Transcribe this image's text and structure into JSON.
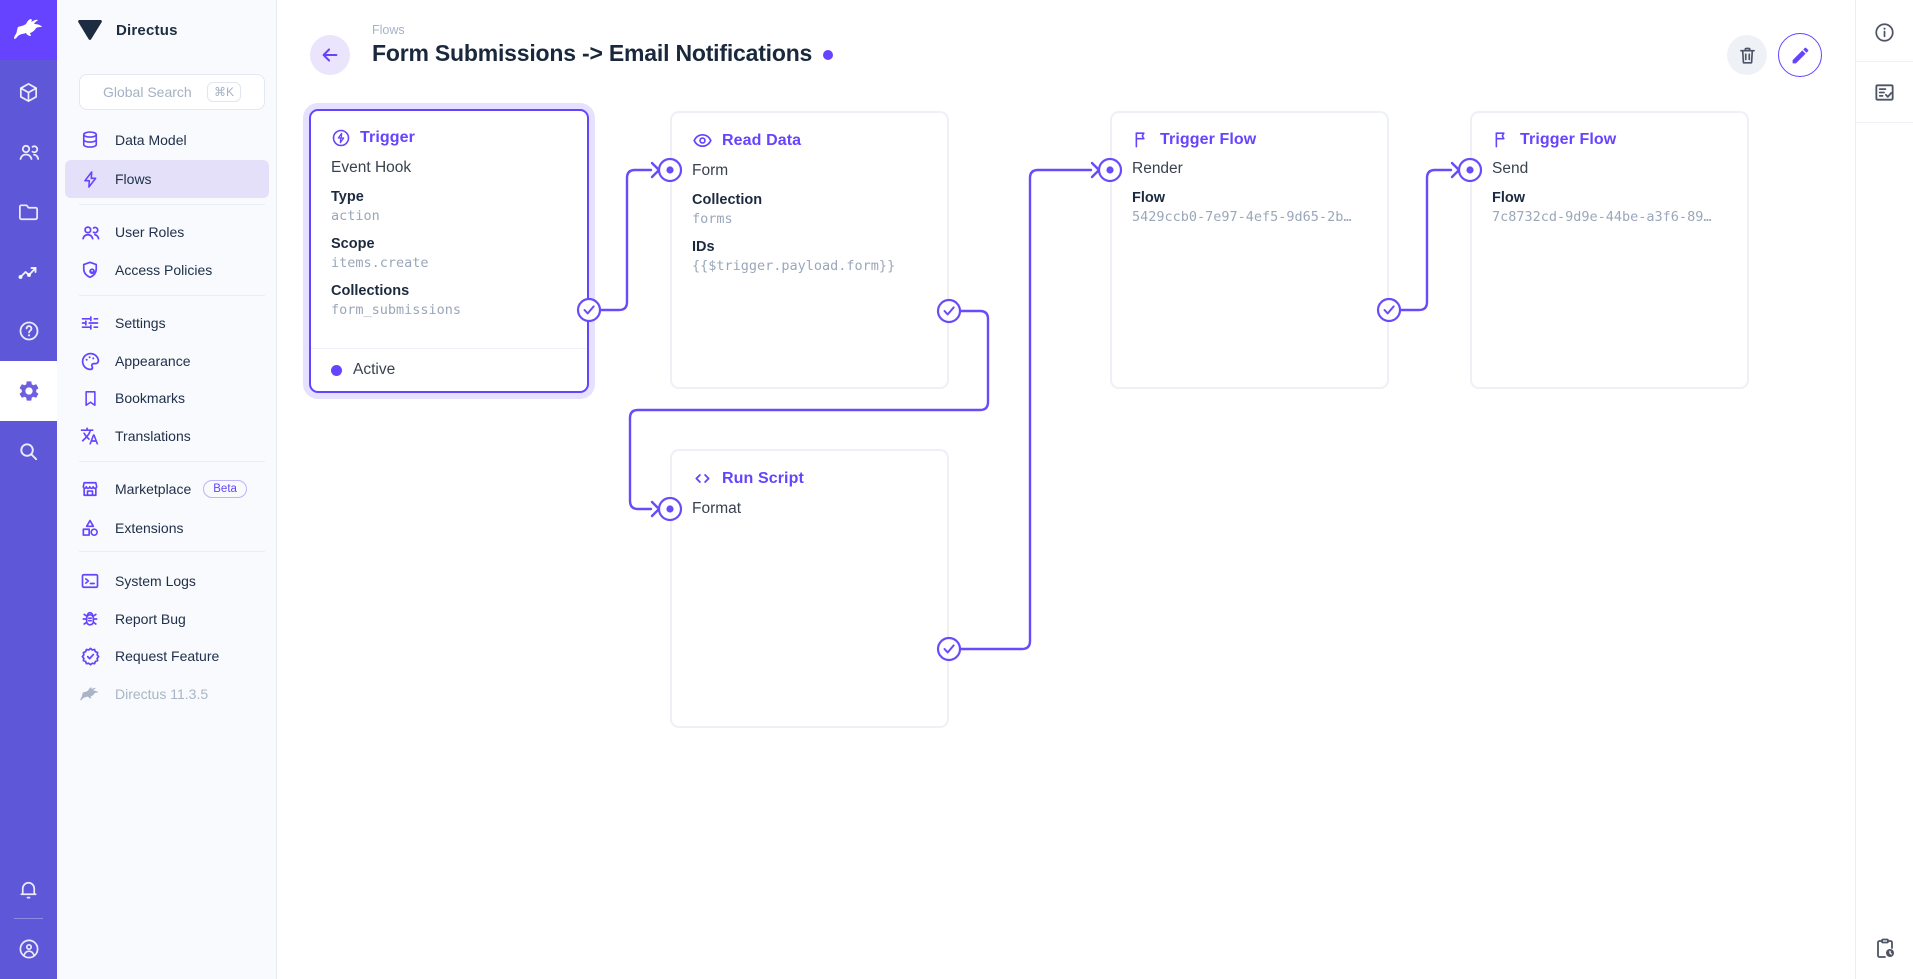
{
  "accent_color": "#6644ff",
  "module_bar": {
    "icons": [
      "directus-rabbit-icon",
      "box-icon",
      "users-icon",
      "folder-icon",
      "insights-icon",
      "help-icon",
      "settings-icon",
      "search-icon",
      "bell-icon",
      "account-icon"
    ]
  },
  "sidebar": {
    "project_name": "Directus",
    "search": {
      "placeholder": "Global Search",
      "shortcut": "⌘K"
    },
    "nav": [
      {
        "label": "Data Model",
        "icon": "database-icon"
      },
      {
        "label": "Flows",
        "icon": "bolt-icon",
        "active": true
      },
      {
        "label": "User Roles",
        "icon": "users-icon"
      },
      {
        "label": "Access Policies",
        "icon": "shield-policy-icon"
      },
      {
        "label": "Settings",
        "icon": "tune-icon"
      },
      {
        "label": "Appearance",
        "icon": "palette-icon"
      },
      {
        "label": "Bookmarks",
        "icon": "bookmark-icon"
      },
      {
        "label": "Translations",
        "icon": "translate-icon"
      },
      {
        "label": "Marketplace",
        "icon": "storefront-icon",
        "badge": "Beta"
      },
      {
        "label": "Extensions",
        "icon": "shapes-icon"
      },
      {
        "label": "System Logs",
        "icon": "terminal-icon"
      },
      {
        "label": "Report Bug",
        "icon": "bug-icon"
      },
      {
        "label": "Request Feature",
        "icon": "feature-badge-icon"
      }
    ],
    "version_label": "Directus 11.3.5"
  },
  "header": {
    "breadcrumb": "Flows",
    "title": "Form Submissions -> Email Notifications"
  },
  "flow": {
    "panels": {
      "trigger": {
        "title": "Trigger",
        "subtitle": "Event Hook",
        "fields": [
          {
            "label": "Type",
            "value": "action"
          },
          {
            "label": "Scope",
            "value": "items.create"
          },
          {
            "label": "Collections",
            "value": "form_submissions"
          }
        ],
        "status": "Active"
      },
      "read_data": {
        "title": "Read Data",
        "name": "Form",
        "fields": [
          {
            "label": "Collection",
            "value": "forms"
          },
          {
            "label": "IDs",
            "value": "{{$trigger.payload.form}}"
          }
        ]
      },
      "run_script": {
        "title": "Run Script",
        "name": "Format"
      },
      "trigger_flow_render": {
        "title": "Trigger Flow",
        "name": "Render",
        "fields": [
          {
            "label": "Flow",
            "value": "5429ccb0-7e97-4ef5-9d65-2b…"
          }
        ]
      },
      "trigger_flow_send": {
        "title": "Trigger Flow",
        "name": "Send",
        "fields": [
          {
            "label": "Flow",
            "value": "7c8732cd-9d9e-44be-a3f6-89…"
          }
        ]
      }
    }
  }
}
